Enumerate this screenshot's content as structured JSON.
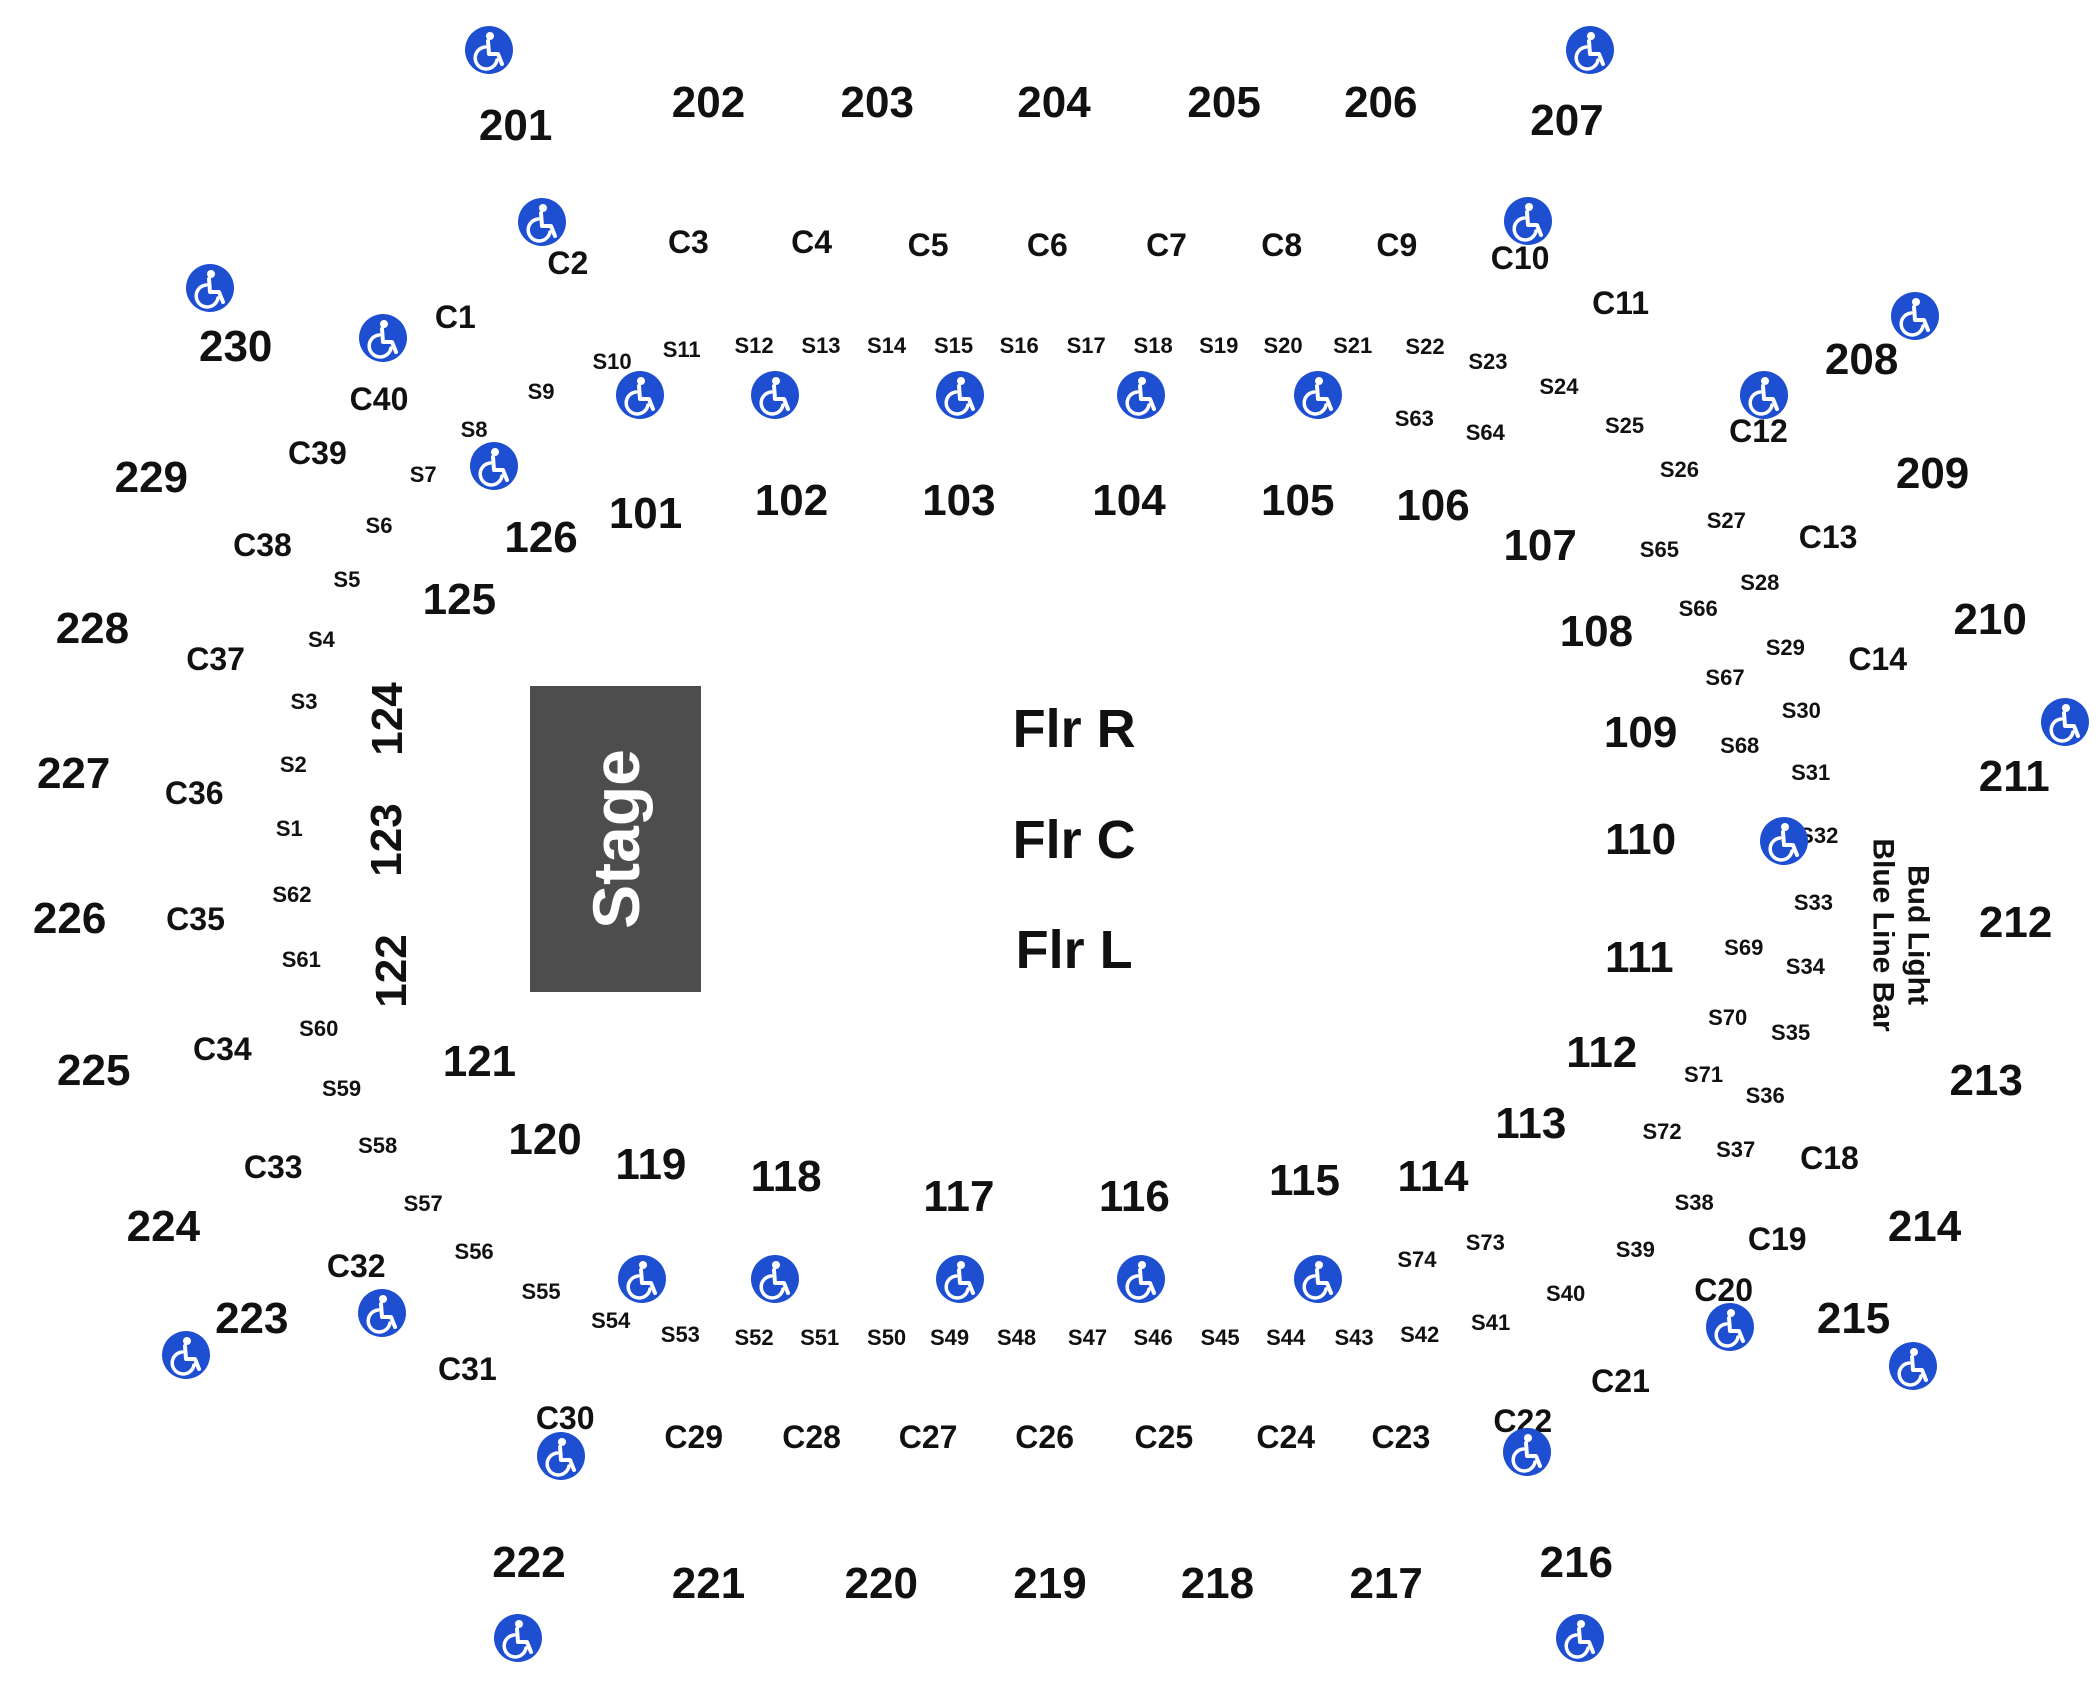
{
  "stage": {
    "label": "Stage"
  },
  "bar": {
    "line1": "Bud Light",
    "line2": "Blue Line Bar"
  },
  "icon": "wheelchair-accessible-icon",
  "colors": {
    "accessible": "#1f4fd1",
    "stage": "#4d4d4d",
    "text": "#111111"
  },
  "floor": [
    "Flr R",
    "Flr C",
    "Flr L"
  ],
  "upper": [
    "201",
    "202",
    "203",
    "204",
    "205",
    "206",
    "207",
    "208",
    "209",
    "210",
    "211",
    "212",
    "213",
    "214",
    "215",
    "216",
    "217",
    "218",
    "219",
    "220",
    "221",
    "222",
    "223",
    "224",
    "225",
    "226",
    "227",
    "228",
    "229",
    "230"
  ],
  "lower": [
    "101",
    "102",
    "103",
    "104",
    "105",
    "106",
    "107",
    "108",
    "109",
    "110",
    "111",
    "112",
    "113",
    "114",
    "115",
    "116",
    "117",
    "118",
    "119",
    "120",
    "121",
    "122",
    "123",
    "124",
    "125",
    "126"
  ],
  "club": [
    "C1",
    "C2",
    "C3",
    "C4",
    "C5",
    "C6",
    "C7",
    "C8",
    "C9",
    "C10",
    "C11",
    "C12",
    "C13",
    "C14",
    "C18",
    "C19",
    "C20",
    "C21",
    "C22",
    "C23",
    "C24",
    "C25",
    "C26",
    "C27",
    "C28",
    "C29",
    "C30",
    "C31",
    "C32",
    "C33",
    "C34",
    "C35",
    "C36",
    "C37",
    "C38",
    "C39",
    "C40"
  ],
  "suite": [
    "S1",
    "S2",
    "S3",
    "S4",
    "S5",
    "S6",
    "S7",
    "S8",
    "S9",
    "S10",
    "S11",
    "S12",
    "S13",
    "S14",
    "S15",
    "S16",
    "S17",
    "S18",
    "S19",
    "S20",
    "S21",
    "S22",
    "S23",
    "S24",
    "S25",
    "S26",
    "S27",
    "S28",
    "S29",
    "S30",
    "S31",
    "S32",
    "S33",
    "S34",
    "S35",
    "S36",
    "S37",
    "S38",
    "S39",
    "S40",
    "S41",
    "S42",
    "S43",
    "S44",
    "S45",
    "S46",
    "S47",
    "S48",
    "S49",
    "S50",
    "S51",
    "S52",
    "S53",
    "S54",
    "S55",
    "S56",
    "S57",
    "S58",
    "S59",
    "S60",
    "S61",
    "S62",
    "S63",
    "S64",
    "S65",
    "S66",
    "S67",
    "S68",
    "S69",
    "S70",
    "S71",
    "S72",
    "S73",
    "S74"
  ]
}
